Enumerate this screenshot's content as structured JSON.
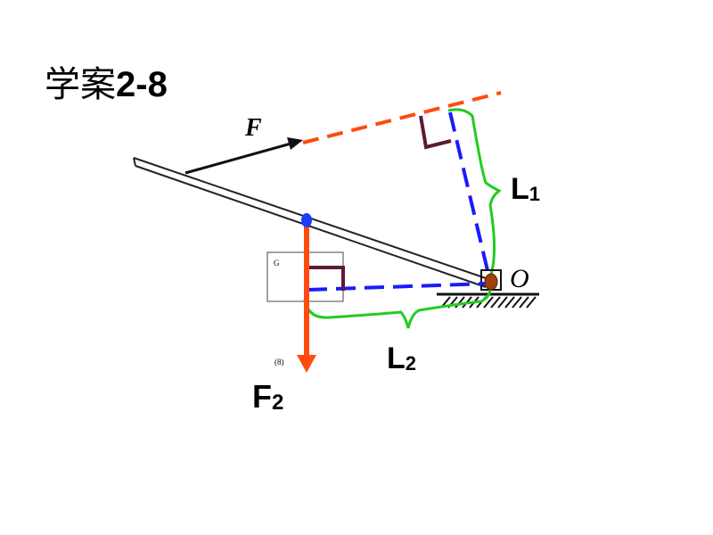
{
  "title_cn": "学案",
  "title_num": "2-8",
  "labels": {
    "F": "F",
    "O": "O",
    "G": "G",
    "figure_number": "(8)",
    "L1": "L",
    "L1_sub": "1",
    "L2": "L",
    "L2_sub": "2",
    "F2": "F",
    "F2_sub": "2"
  },
  "colors": {
    "force_line": "#ff4a10",
    "arm_l1": "#1a1aff",
    "brace": "#22cc22",
    "right_angle": "#5c1a3a",
    "point_top": "#1a3cff",
    "pivot": "#a0400a"
  }
}
